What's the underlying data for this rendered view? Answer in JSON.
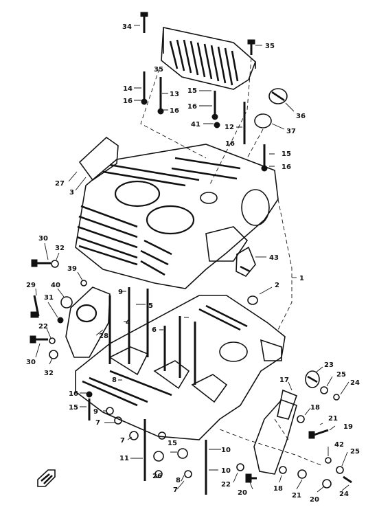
{
  "callouts": [
    {
      "id": "c34",
      "text": "34"
    },
    {
      "id": "c35a",
      "text": "35"
    },
    {
      "id": "c35b",
      "text": "35"
    },
    {
      "id": "c36",
      "text": "36"
    },
    {
      "id": "c37",
      "text": "37"
    },
    {
      "id": "c14",
      "text": "14"
    },
    {
      "id": "c13",
      "text": "13"
    },
    {
      "id": "c15a",
      "text": "15"
    },
    {
      "id": "c16a",
      "text": "16"
    },
    {
      "id": "c16b",
      "text": "16"
    },
    {
      "id": "c16c",
      "text": "16"
    },
    {
      "id": "c41",
      "text": "41"
    },
    {
      "id": "c12",
      "text": "12"
    },
    {
      "id": "c16d",
      "text": "16"
    },
    {
      "id": "c15b",
      "text": "15"
    },
    {
      "id": "c16e",
      "text": "16"
    },
    {
      "id": "c27",
      "text": "27"
    },
    {
      "id": "c3",
      "text": "3"
    },
    {
      "id": "c30a",
      "text": "30"
    },
    {
      "id": "c32a",
      "text": "32"
    },
    {
      "id": "c39",
      "text": "39"
    },
    {
      "id": "c43",
      "text": "43"
    },
    {
      "id": "c1",
      "text": "1"
    },
    {
      "id": "c2",
      "text": "2"
    },
    {
      "id": "c29",
      "text": "29"
    },
    {
      "id": "c40",
      "text": "40"
    },
    {
      "id": "c31",
      "text": "31"
    },
    {
      "id": "c9",
      "text": "9"
    },
    {
      "id": "c5",
      "text": "5"
    },
    {
      "id": "c4",
      "text": "4"
    },
    {
      "id": "c6",
      "text": "6"
    },
    {
      "id": "c22a",
      "text": "22"
    },
    {
      "id": "c28",
      "text": "28"
    },
    {
      "id": "c30b",
      "text": "30"
    },
    {
      "id": "c32b",
      "text": "32"
    },
    {
      "id": "c17",
      "text": "17"
    },
    {
      "id": "c23",
      "text": "23"
    },
    {
      "id": "c25a",
      "text": "25"
    },
    {
      "id": "c24a",
      "text": "24"
    },
    {
      "id": "c18",
      "text": "18"
    },
    {
      "id": "c8",
      "text": "8"
    },
    {
      "id": "c16f",
      "text": "16"
    },
    {
      "id": "c15c",
      "text": "15"
    },
    {
      "id": "c9b",
      "text": "9"
    },
    {
      "id": "c7a",
      "text": "7"
    },
    {
      "id": "c19",
      "text": "19"
    },
    {
      "id": "c21a",
      "text": "21"
    },
    {
      "id": "c42",
      "text": "42"
    },
    {
      "id": "c25b",
      "text": "25"
    },
    {
      "id": "c7b",
      "text": "7"
    },
    {
      "id": "c10a",
      "text": "10"
    },
    {
      "id": "c11",
      "text": "11"
    },
    {
      "id": "c15d",
      "text": "15"
    },
    {
      "id": "c26",
      "text": "26"
    },
    {
      "id": "c8b",
      "text": "8"
    },
    {
      "id": "c7c",
      "text": "7"
    },
    {
      "id": "c10b",
      "text": "10"
    },
    {
      "id": "c22b",
      "text": "22"
    },
    {
      "id": "c20a",
      "text": "20"
    },
    {
      "id": "c18b",
      "text": "18"
    },
    {
      "id": "c21b",
      "text": "21"
    },
    {
      "id": "c20b",
      "text": "20"
    },
    {
      "id": "c24b",
      "text": "24"
    }
  ]
}
